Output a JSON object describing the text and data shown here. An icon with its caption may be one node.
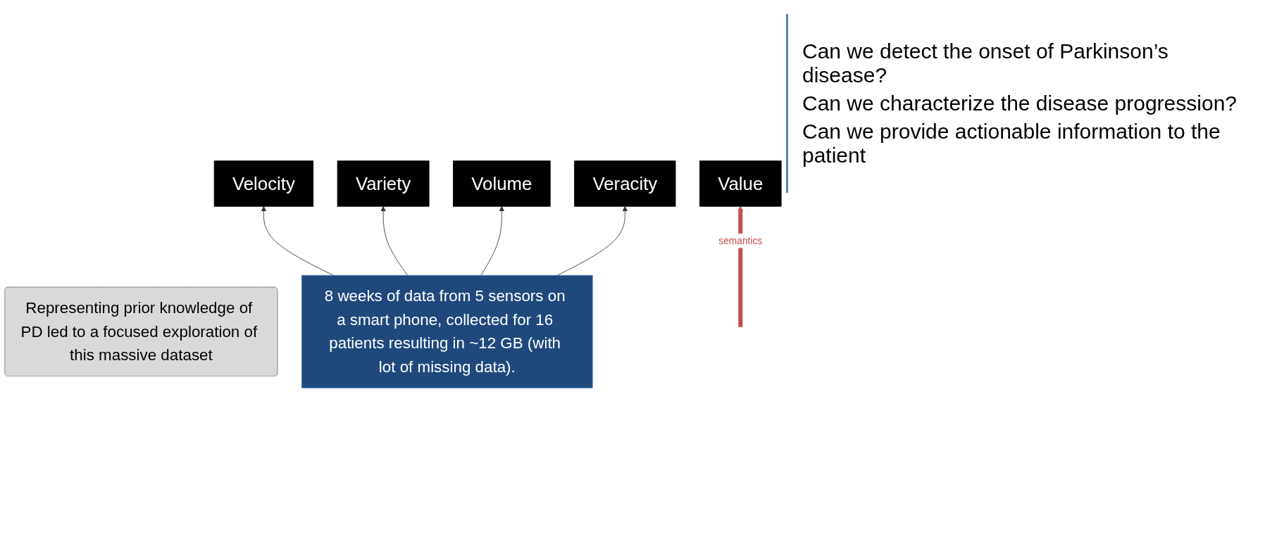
{
  "diagram": {
    "nodes": [
      {
        "text": [
          "Value"
        ]
      },
      {
        "text": [
          "Velocity"
        ]
      },
      {
        "text": [
          "Variety"
        ]
      },
      {
        "text": [
          "Volume"
        ]
      },
      {
        "text": [
          "Veracity"
        ]
      },
      {
        "text": [
          "Representing prior knowledge of PD led to a focused exploration of this massive dataset"
        ]
      },
      {
        "text": [
          "8 weeks of data from 5 sensors on a smart phone, collected for 16 patients resulting in ~12 GB (with lot of missing data)."
        ]
      }
    ],
    "edges": [
      {
        "from": null,
        "to": 0,
        "arrow": "to",
        "label": "semantics",
        "style": "thick",
        "color": "#c0504d"
      },
      {
        "from": 6,
        "to": 1,
        "arrow": "to"
      },
      {
        "from": 6,
        "to": 2,
        "arrow": "to"
      },
      {
        "from": 6,
        "to": 3,
        "arrow": "to"
      },
      {
        "from": 6,
        "to": 4,
        "arrow": "to"
      }
    ],
    "labels": [
      "Can we detect the onset of Parkinson’s disease?",
      "Can we characterize the disease progression?",
      "Can we provide actionable information to the patient"
    ]
  }
}
